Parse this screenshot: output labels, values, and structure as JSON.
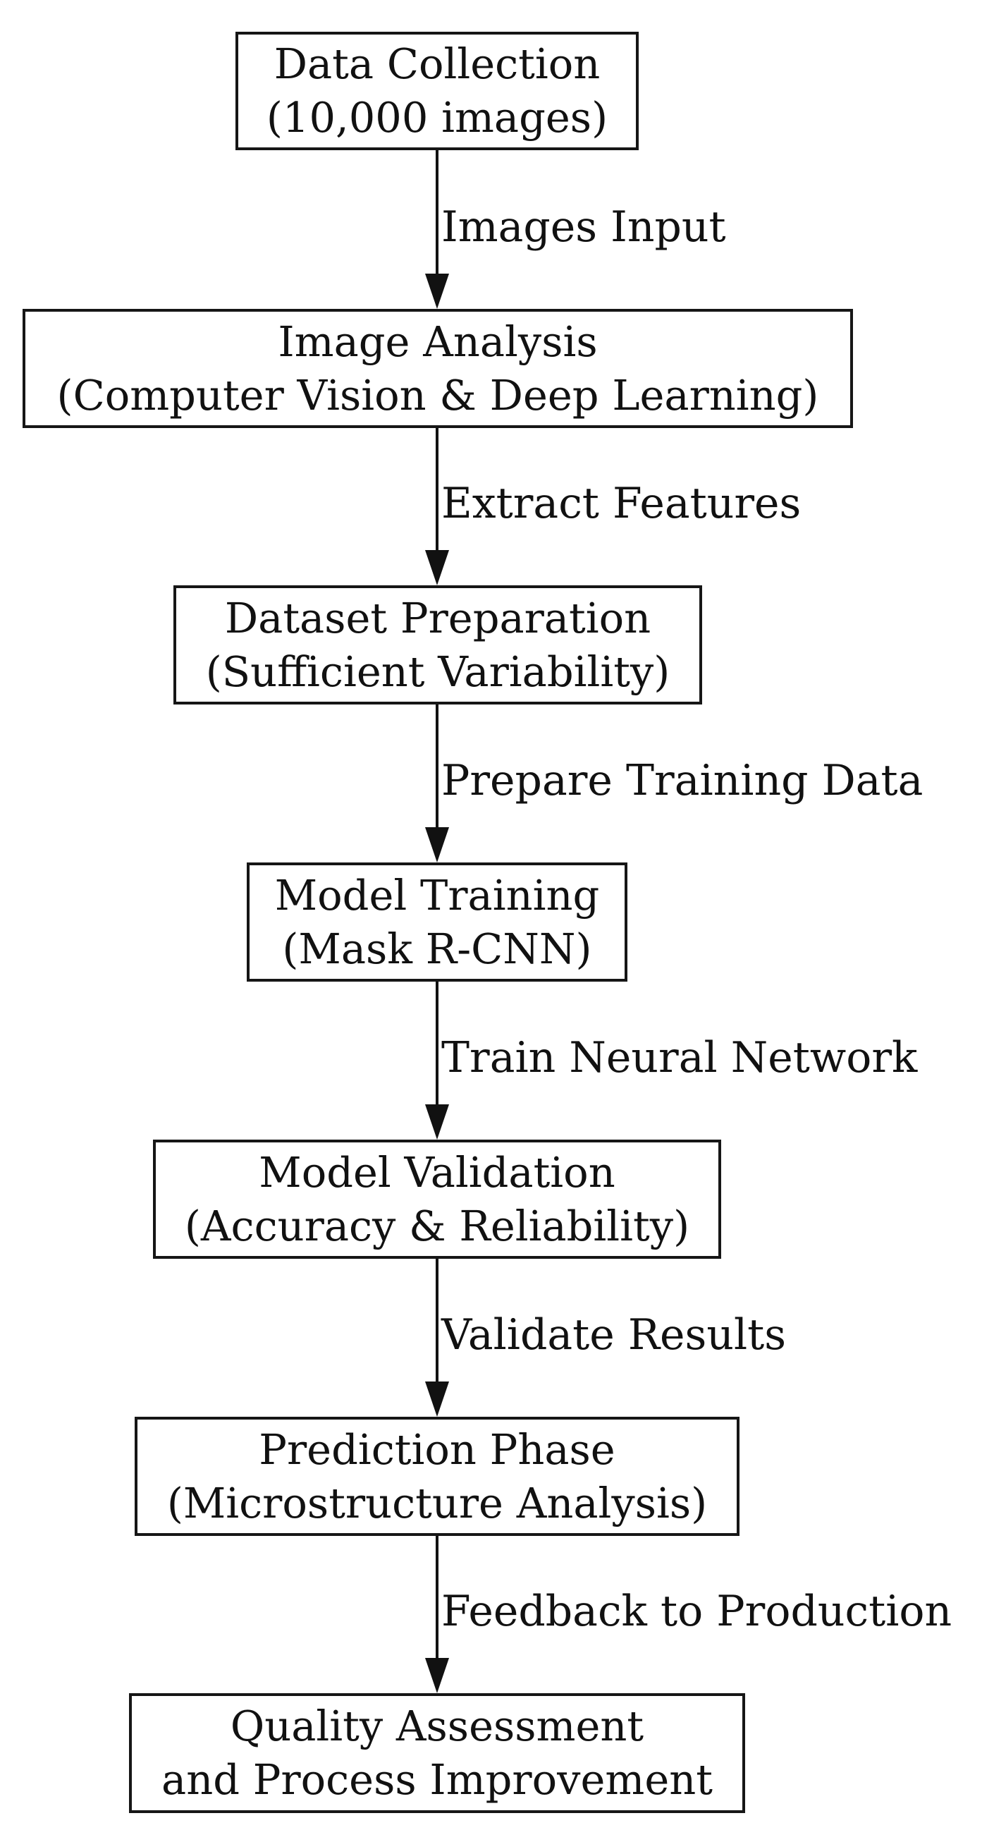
{
  "diagram": {
    "type": "flowchart",
    "direction": "top-down",
    "colors": {
      "background": "#ffffff",
      "box_fill": "#ffffff",
      "stroke": "#111111",
      "text": "#111111"
    },
    "nodes": [
      {
        "id": "data-collection",
        "line1": "Data Collection",
        "line2": "(10,000 images)"
      },
      {
        "id": "image-analysis",
        "line1": "Image Analysis",
        "line2": "(Computer Vision & Deep Learning)"
      },
      {
        "id": "dataset-preparation",
        "line1": "Dataset Preparation",
        "line2": "(Sufficient Variability)"
      },
      {
        "id": "model-training",
        "line1": "Model Training",
        "line2": "(Mask R-CNN)"
      },
      {
        "id": "model-validation",
        "line1": "Model Validation",
        "line2": "(Accuracy & Reliability)"
      },
      {
        "id": "prediction-phase",
        "line1": "Prediction Phase",
        "line2": "(Microstructure Analysis)"
      },
      {
        "id": "quality-assessment",
        "line1": "Quality Assessment",
        "line2": "and Process Improvement"
      }
    ],
    "edges": [
      {
        "from": "data-collection",
        "to": "image-analysis",
        "label": "Images Input"
      },
      {
        "from": "image-analysis",
        "to": "dataset-preparation",
        "label": "Extract Features"
      },
      {
        "from": "dataset-preparation",
        "to": "model-training",
        "label": "Prepare Training Data"
      },
      {
        "from": "model-training",
        "to": "model-validation",
        "label": "Train Neural Network"
      },
      {
        "from": "model-validation",
        "to": "prediction-phase",
        "label": "Validate Results"
      },
      {
        "from": "prediction-phase",
        "to": "quality-assessment",
        "label": "Feedback to Production"
      }
    ]
  }
}
